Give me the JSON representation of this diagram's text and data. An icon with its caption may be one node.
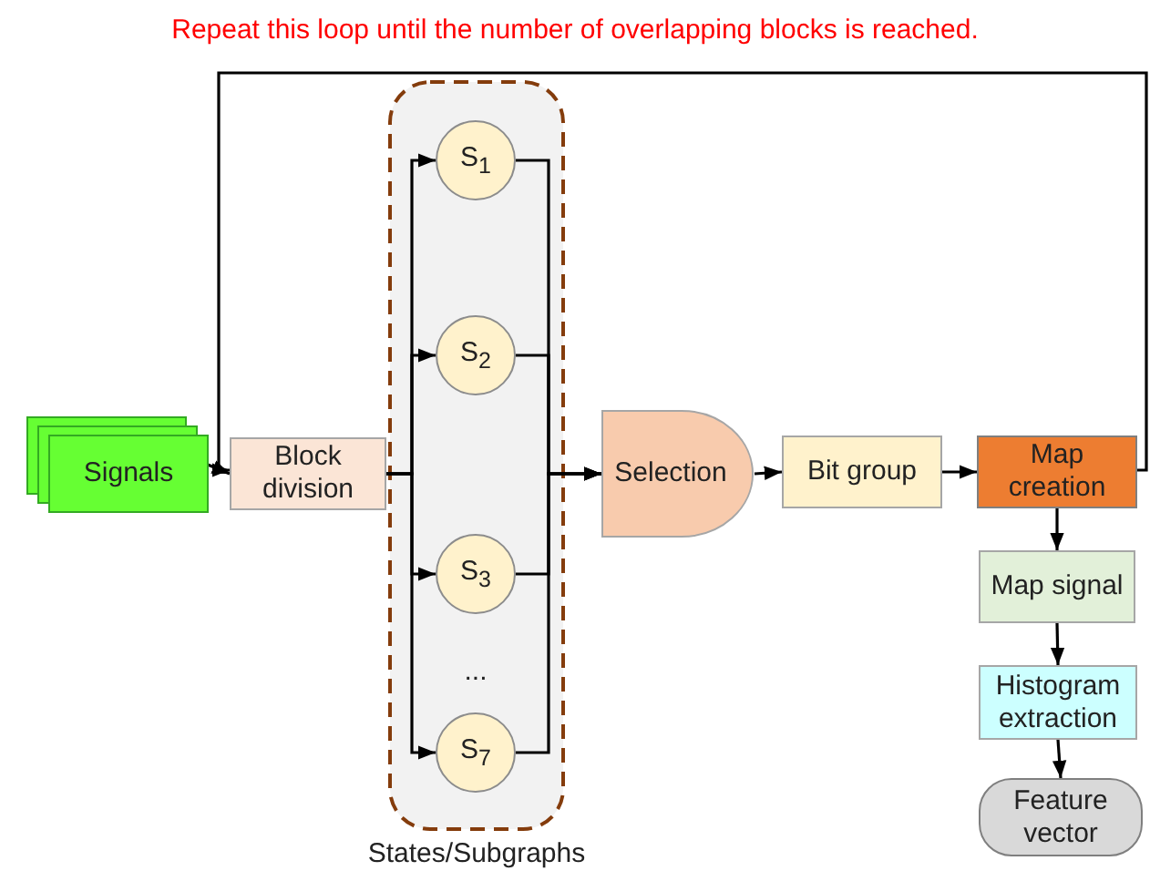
{
  "diagram": {
    "nodes": [
      {
        "text": [
          "Signals"
        ]
      },
      {
        "text": [
          "Block division"
        ]
      },
      {
        "text": [
          "States/Subgraphs"
        ]
      },
      {
        "text": [
          "S$_{1}$"
        ],
        "in": 2
      },
      {
        "text": [
          "S$_{2}$"
        ],
        "in": 2
      },
      {
        "text": [
          "S$_{3}$"
        ],
        "in": 2
      },
      {
        "text": [
          "S$_{7}$"
        ],
        "in": 2
      },
      {
        "text": [
          "Selection"
        ]
      },
      {
        "text": [
          "Bit group"
        ]
      },
      {
        "text": [
          "Map creation"
        ]
      },
      {
        "text": [
          "Map signal"
        ]
      },
      {
        "text": [
          "Histogram extraction"
        ]
      },
      {
        "text": [
          "Feature vector"
        ]
      }
    ],
    "edges": [
      {
        "from": 0,
        "to": 1,
        "arrow": "to"
      },
      {
        "from": 1,
        "to": 3,
        "arrow": "to"
      },
      {
        "from": 1,
        "to": 4,
        "arrow": "to"
      },
      {
        "from": 1,
        "to": 5,
        "arrow": "to"
      },
      {
        "from": 1,
        "to": 6,
        "arrow": "to"
      },
      {
        "from": 3,
        "to": 7,
        "arrow": "to"
      },
      {
        "from": 4,
        "to": 7,
        "arrow": "to"
      },
      {
        "from": 5,
        "to": 7,
        "arrow": "to"
      },
      {
        "from": 6,
        "to": 7,
        "arrow": "to"
      },
      {
        "from": 7,
        "to": 8,
        "arrow": "to"
      },
      {
        "from": 8,
        "to": 9,
        "arrow": "to"
      },
      {
        "from": 9,
        "to": 10,
        "arrow": "to"
      },
      {
        "from": 10,
        "to": 11,
        "arrow": "to"
      },
      {
        "from": 11,
        "to": 12,
        "arrow": "to"
      },
      {
        "from": 9,
        "to": 1,
        "arrow": "to"
      }
    ],
    "labels": [
      "Repeat this loop until the number of overlapping blocks is reached.",
      "..."
    ]
  }
}
